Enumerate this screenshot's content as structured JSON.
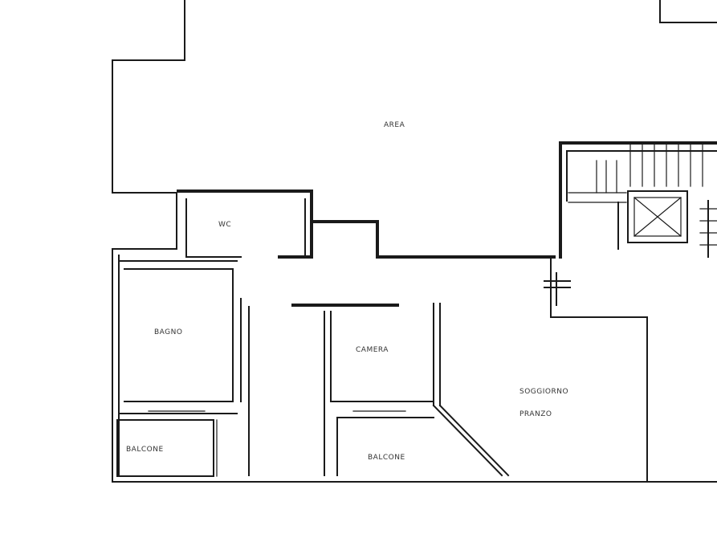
{
  "rooms": {
    "main": "AREA",
    "wc": "WC",
    "bedroom_left": "BAGNO",
    "bedroom_mid": "CAMERA",
    "living": "SOGGIORNO",
    "living_line2": "PRANZO",
    "balcony_left": "BALCONE",
    "balcony_mid": "BALCONE"
  },
  "colors": {
    "wall": "#1a1a1a",
    "background": "#ffffff"
  }
}
